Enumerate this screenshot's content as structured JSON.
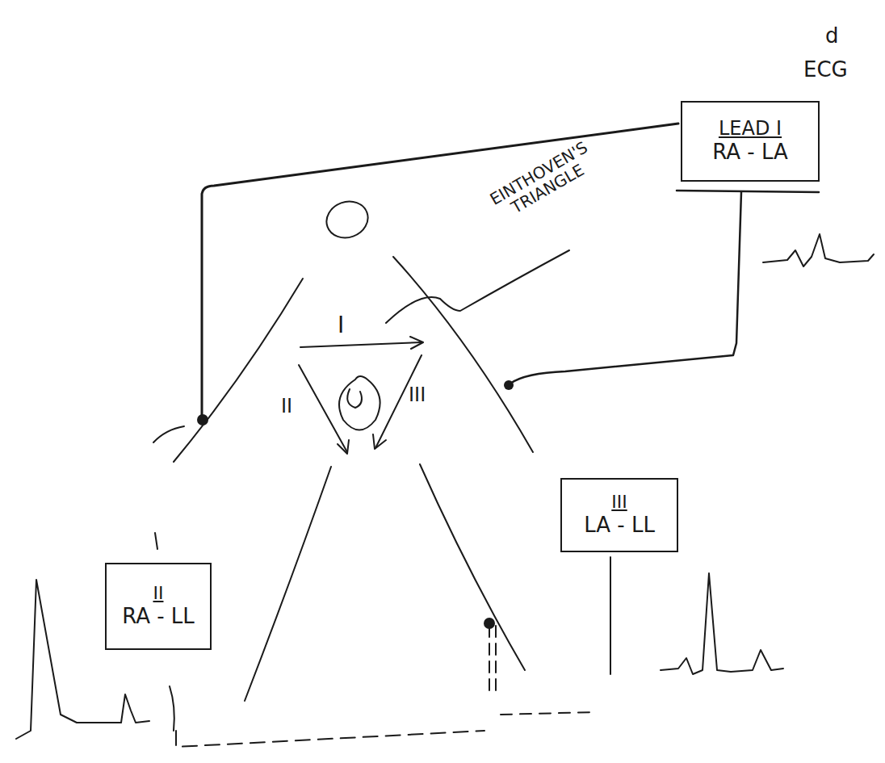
{
  "diagram": {
    "nodes": [
      {
        "text": [
          "LEAD I",
          "RA - LA"
        ]
      },
      {
        "text": [
          "III",
          "LA - LL"
        ]
      },
      {
        "text": [
          "II",
          "RA - LL"
        ]
      }
    ],
    "labels": [
      "d",
      "ECG",
      "EINTHOVEN'S TRIANGLE",
      "I",
      "II",
      "III"
    ]
  }
}
